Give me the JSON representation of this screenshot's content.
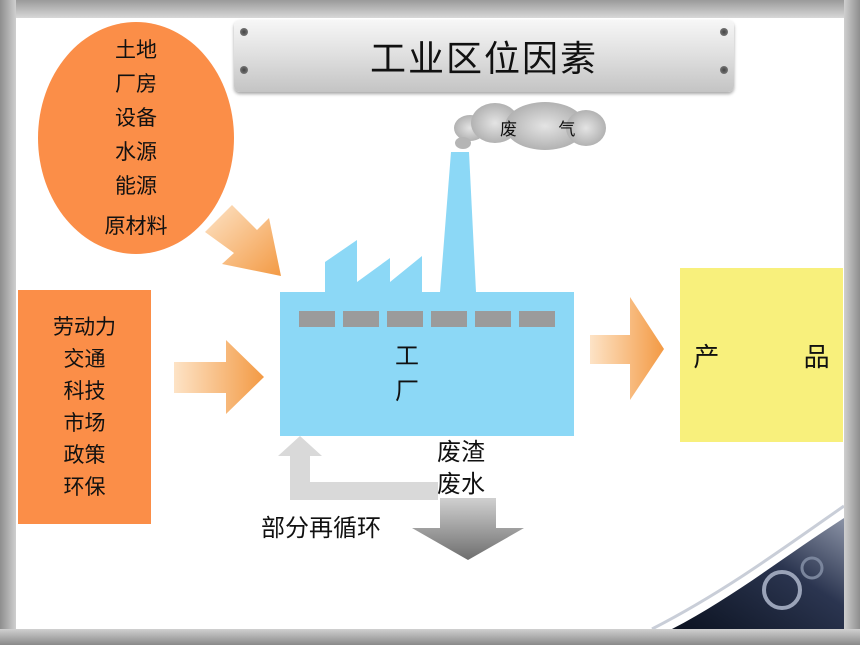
{
  "title": "工业区位因素",
  "input_factors_top": [
    "土地",
    "厂房",
    "设备",
    "水源",
    "能源",
    "原材料"
  ],
  "input_factors_left": [
    "劳动力",
    "交通",
    "科技",
    "市场",
    "政策",
    "环保"
  ],
  "factory_label": "工 厂",
  "smoke_label": "废 气",
  "product_label": "产 品",
  "waste_lines": [
    "废渣",
    "废水"
  ],
  "recycle_label": "部分再循环",
  "colors": {
    "factor_fill": "#fb8e48",
    "factory_fill": "#8cd8f6",
    "product_fill": "#f8f07c",
    "arrow_orange": "#f6a45a",
    "window_gray": "#9b9b9b"
  }
}
